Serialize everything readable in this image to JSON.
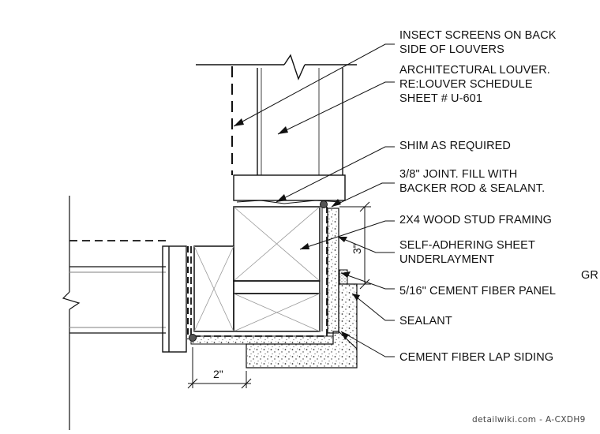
{
  "labels": {
    "insect_screens_1": "INSECT SCREENS ON BACK",
    "insect_screens_2": "SIDE OF LOUVERS",
    "louver_1": "ARCHITECTURAL LOUVER.",
    "louver_2": "RE:LOUVER SCHEDULE",
    "louver_3": "SHEET # U-601",
    "shim": "SHIM AS REQUIRED",
    "joint_1": "3/8\" JOINT. FILL WITH",
    "joint_2": "BACKER ROD & SEALANT.",
    "stud": "2X4 WOOD STUD FRAMING",
    "underlayment_1": "SELF-ADHERING SHEET",
    "underlayment_2": "UNDERLAYMENT",
    "cement_panel": "5/16\" CEMENT FIBER PANEL",
    "sealant": "SEALANT",
    "lap_siding": "CEMENT FIBER LAP SIDING",
    "cut_off": "GR"
  },
  "dimensions": {
    "width_2in": "2\"",
    "height_3in": "3\""
  },
  "footer": {
    "watermark": "detailwiki.com - A-CXDH9"
  },
  "colors": {
    "line": "#111111",
    "hatch": "#8a8a8a"
  }
}
